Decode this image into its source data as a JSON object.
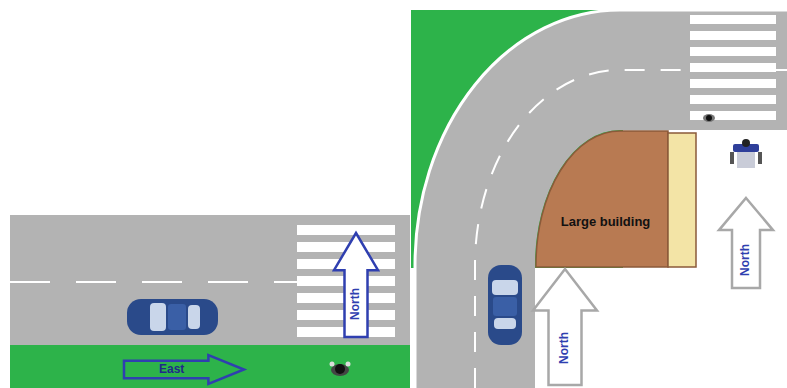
{
  "diagram": {
    "nodes": [
      {
        "text": [
          "North"
        ]
      },
      {
        "text": [
          "East"
        ]
      },
      {
        "text": [
          "Large building"
        ]
      },
      {
        "text": [
          "North"
        ]
      },
      {
        "text": [
          "North"
        ]
      }
    ]
  }
}
